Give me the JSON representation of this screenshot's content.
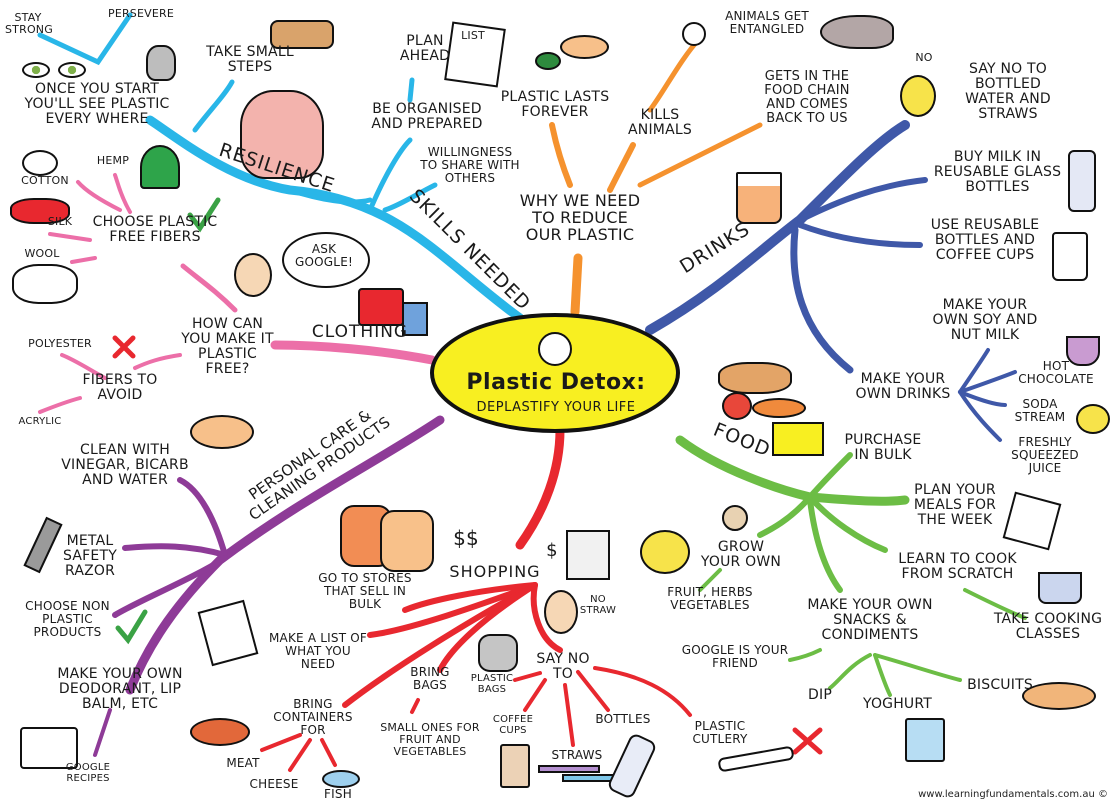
{
  "title": "Plastic Detox:",
  "subtitle": "Deplastify your life",
  "colors": {
    "center_fill": "#f8ef21",
    "resilience": "#29b6e8",
    "why": "#f5922e",
    "drinks": "#3f58a8",
    "food": "#6cbd45",
    "shopping": "#e8282f",
    "personal_care": "#8e3b97",
    "clothing": "#ec6fa8"
  },
  "branches": {
    "resilience": {
      "label": "Resilience",
      "items": [
        "Stay strong",
        "Persevere",
        "Once you start you'll see plastic every where",
        "Take small steps"
      ]
    },
    "skills": {
      "label": "Skills needed",
      "items": [
        "Plan ahead",
        "Be organised and prepared",
        "Willingness to share with others"
      ]
    },
    "why": {
      "label": "Why we need to reduce our plastic",
      "items": [
        "Plastic lasts forever",
        "Kills animals",
        "Animals get entangled",
        "Gets in the food chain and comes back to us"
      ]
    },
    "drinks": {
      "label": "Drinks",
      "items": [
        "Say no to bottled water and straws",
        "Buy milk in reusable glass bottles",
        "Use reusable bottles and coffee cups",
        "Make your own drinks"
      ],
      "no_label": "No",
      "own_drinks": [
        "Make your own soy and nut milk",
        "Hot chocolate",
        "Soda stream",
        "Freshly squeezed juice"
      ]
    },
    "food": {
      "label": "Food",
      "items": [
        "Purchase in bulk",
        "Plan your meals for the week",
        "Learn to cook from scratch",
        "Take cooking classes",
        "Grow your own",
        "Fruit, herbs vegetables",
        "Make your own snacks & condiments",
        "Google is your friend",
        "Dip",
        "Yoghurt",
        "Biscuits"
      ]
    },
    "shopping": {
      "label": "Shopping",
      "dollars_big": "$$",
      "dollar_small": "$",
      "items": [
        "Go to stores that sell in bulk",
        "Make a list of what you need",
        "Bring containers for",
        "Meat",
        "Cheese",
        "Fish",
        "Bring bags",
        "Small ones for fruit and vegetables",
        "Say no to",
        "Plastic bags",
        "Coffee cups",
        "Straws",
        "Bottles",
        "Plastic cutlery",
        "No straw"
      ]
    },
    "personal_care": {
      "label": "Personal care & cleaning products",
      "items": [
        "Clean with vinegar, bicarb and water",
        "Metal safety razor",
        "Choose non plastic products",
        "Make your own deodorant, lip balm, etc",
        "Google recipes"
      ]
    },
    "clothing": {
      "label": "Clothing",
      "items": [
        "How can you make it plastic free?",
        "Choose plastic free fibers",
        "Cotton",
        "Hemp",
        "Silk",
        "Wool",
        "Ask Google!",
        "Fibers to avoid",
        "Polyester",
        "Acrylic"
      ],
      "list_icon_text": "List"
    }
  },
  "footer": "www.learningfundamentals.com.au ©"
}
